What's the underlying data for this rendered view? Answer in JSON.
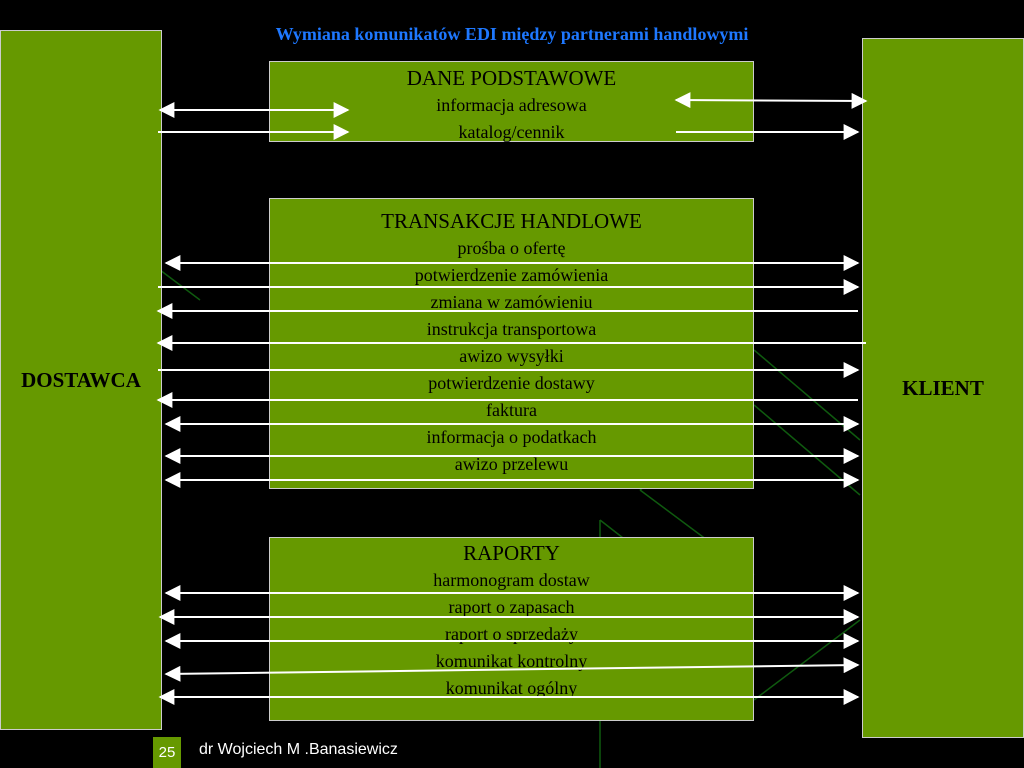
{
  "title": "Wymiana komunikatów EDI między partnerami handlowymi",
  "left_party": "DOSTAWCA",
  "right_party": "KLIENT",
  "groups": [
    {
      "heading": "DANE PODSTAWOWE",
      "items": [
        "informacja adresowa",
        "katalog/cennik"
      ]
    },
    {
      "heading": "TRANSAKCJE HANDLOWE",
      "items": [
        "prośba o ofertę",
        "potwierdzenie zamówienia",
        "zmiana w zamówieniu",
        "instrukcja transportowa",
        "awizo wysyłki",
        "potwierdzenie dostawy",
        "faktura",
        "informacja o podatkach",
        "awizo przelewu"
      ]
    },
    {
      "heading": "RAPORTY",
      "items": [
        "harmonogram dostaw",
        "raport o zapasach",
        "raport o sprzedaży",
        "komunikat kontrolny",
        "komunikat ogólny"
      ]
    }
  ],
  "footer": {
    "page": "25",
    "author": "dr Wojciech M .Banasiewicz"
  }
}
